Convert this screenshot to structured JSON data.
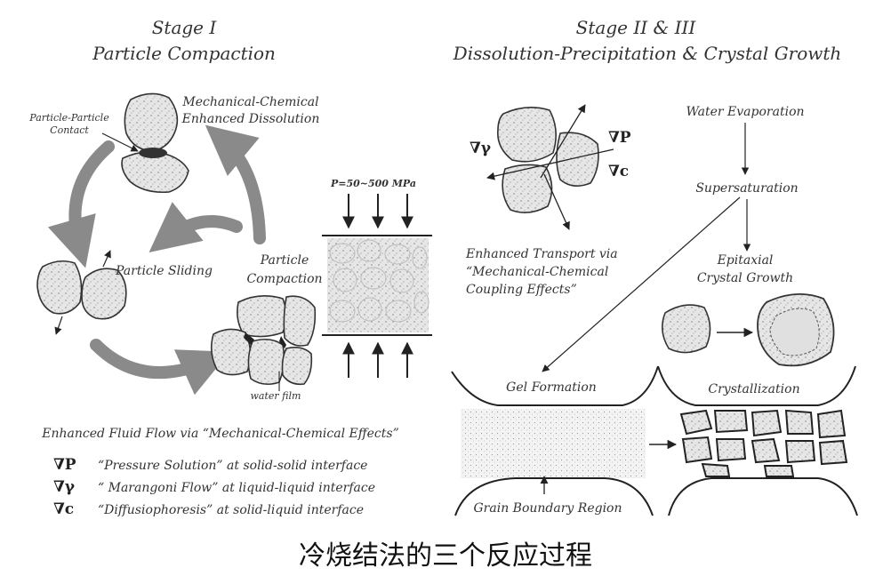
{
  "stage1": {
    "title_line1": "Stage I",
    "title_line2": "Particle Compaction",
    "mech_chem_line1": "Mechanical-Chemical",
    "mech_chem_line2": "Enhanced Dissolution",
    "contact_line1": "Particle-Particle",
    "contact_line2": "Contact",
    "sliding": "Particle Sliding",
    "compaction_line1": "Particle",
    "compaction_line2": "Compaction",
    "pressure": "P=50~500 MPa",
    "water_line1": "water film",
    "fluid_flow": "Enhanced Fluid Flow via “Mechanical-Chemical Effects”"
  },
  "legend": [
    {
      "symbol": "∇P",
      "text": "“Pressure Solution” at solid-solid interface"
    },
    {
      "symbol": "∇γ",
      "text": "“ Marangoni Flow” at liquid-liquid interface"
    },
    {
      "symbol": "∇c",
      "text": "“Diffusiophoresis” at solid-liquid interface"
    }
  ],
  "stage23": {
    "title_line1": "Stage II & III",
    "title_line2": "Dissolution-Precipitation & Crystal Growth",
    "grad_gamma": "∇γ",
    "grad_p": "∇P",
    "grad_c": "∇c",
    "transport_line1": "Enhanced Transport via",
    "transport_line2": "“Mechanical-Chemical",
    "transport_line3": "Coupling Effects”",
    "water_evap": "Water Evaporation",
    "supersat": "Supersaturation",
    "epitaxial_line1": "Epitaxial",
    "epitaxial_line2": "Crystal Growth",
    "gel": "Gel Formation",
    "crystallization": "Crystallization",
    "grain_boundary": "Grain Boundary Region"
  },
  "caption": "冷烧结法的三个反应过程"
}
